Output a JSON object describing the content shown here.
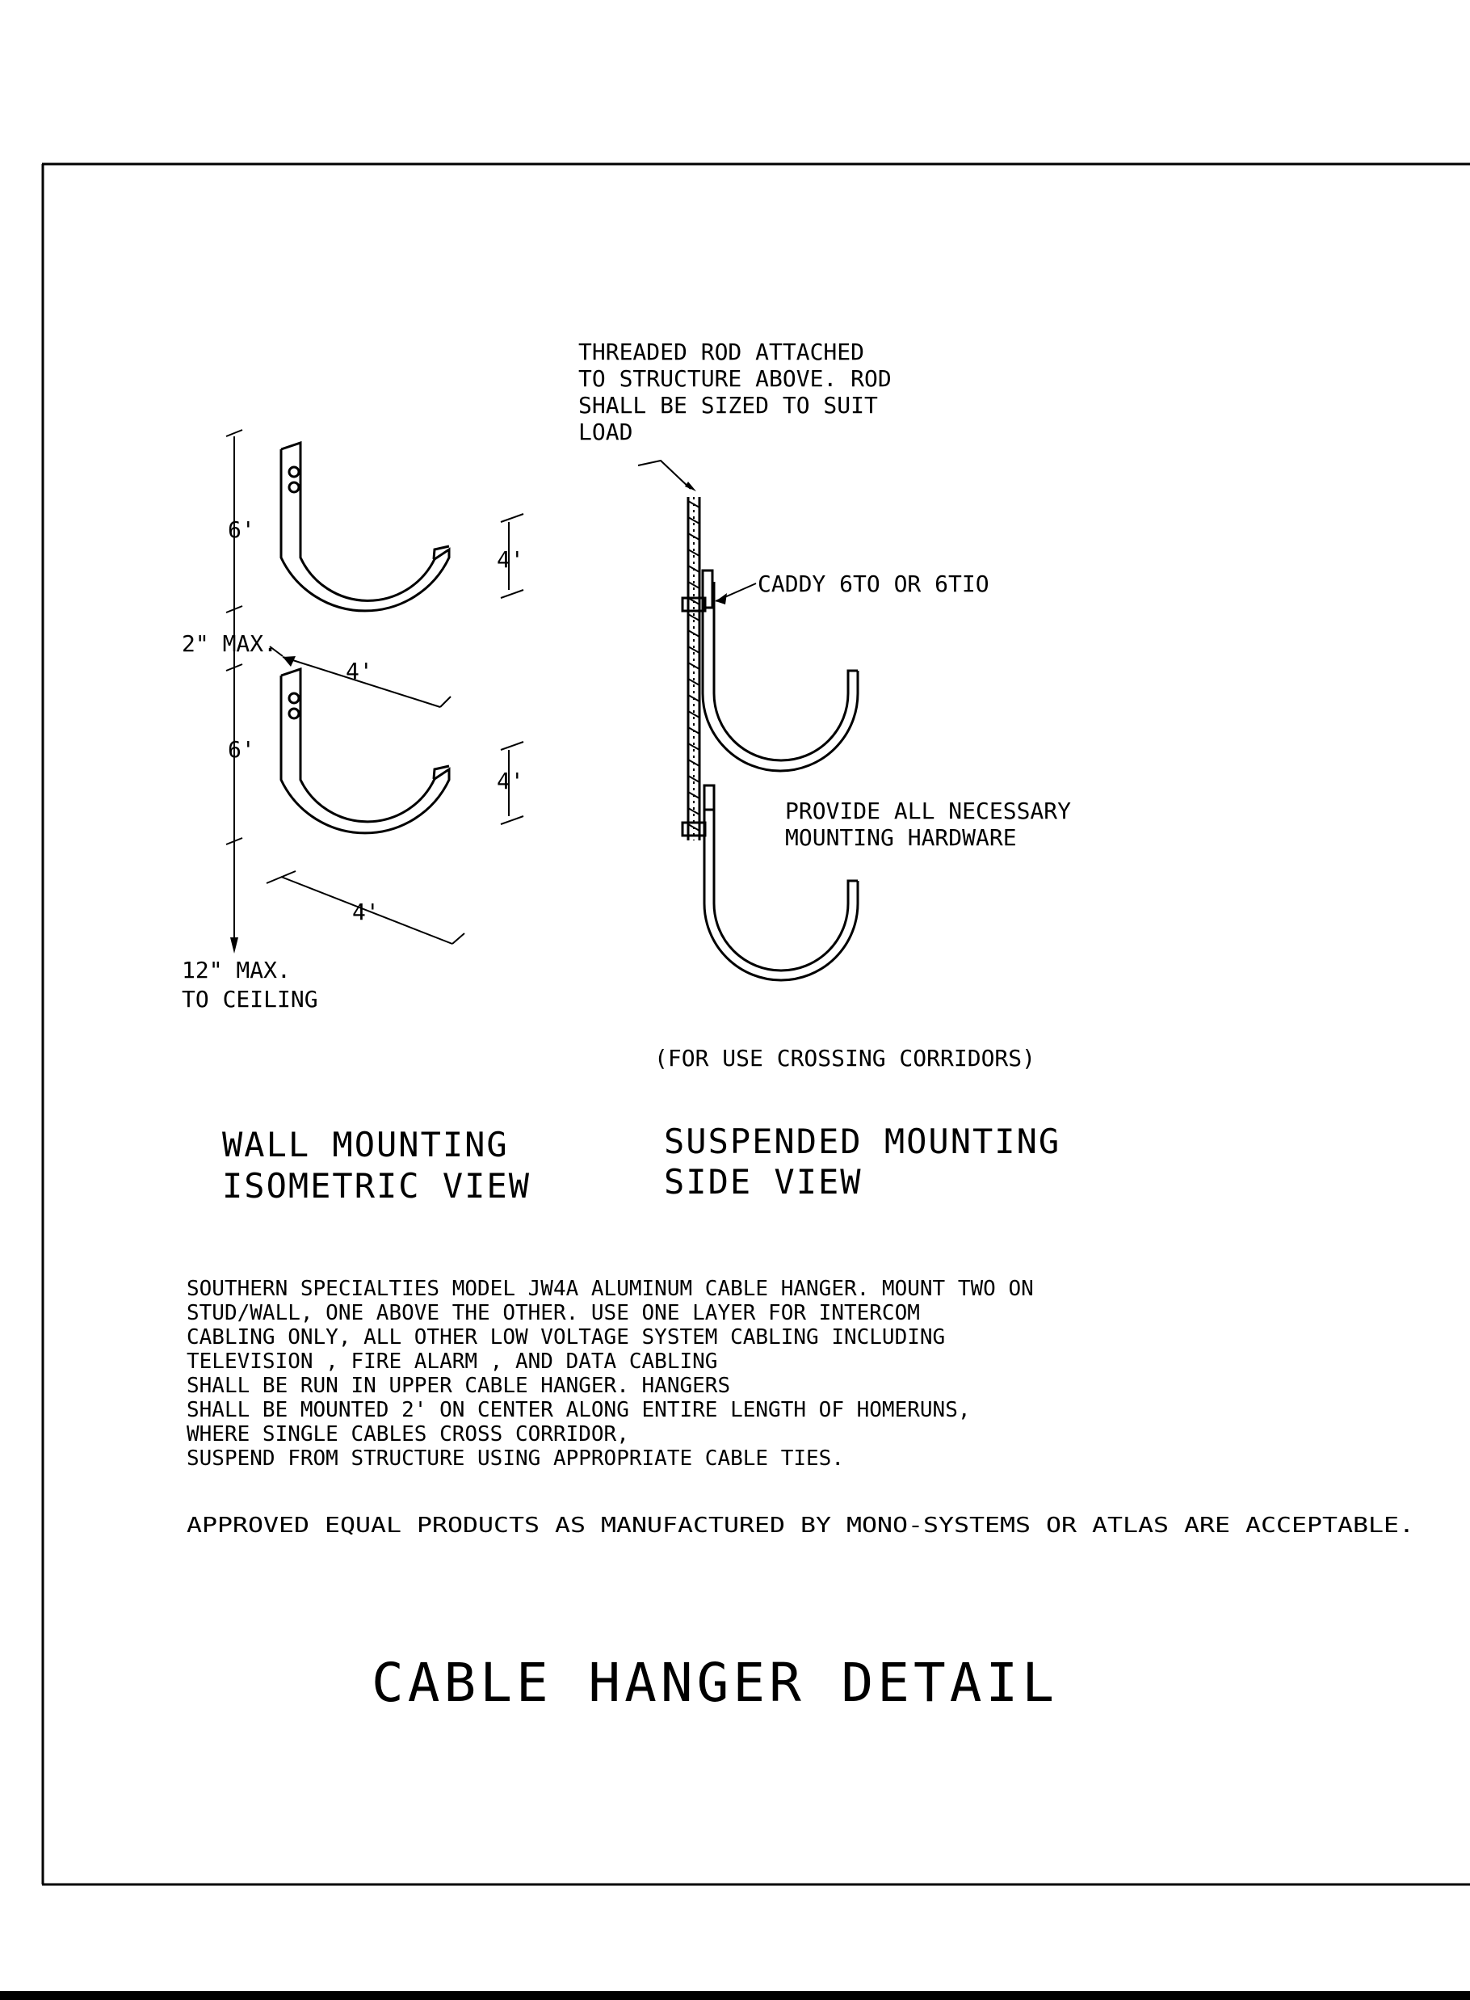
{
  "rod_note": [
    "THREADED ROD ATTACHED",
    "TO STRUCTURE ABOVE. ROD",
    "SHALL BE SIZED TO SUIT",
    "LOAD"
  ],
  "caddy_label": "CADDY 6TO OR 6TIO",
  "hardware_note": [
    "PROVIDE ALL NECESSARY",
    "MOUNTING HARDWARE"
  ],
  "dims": {
    "upper_height": "6'",
    "lower_height": "6'",
    "upper_depth": "4'",
    "lower_depth": "4'",
    "upper_width": "4'",
    "lower_width": "4'",
    "gap": "2\" MAX.",
    "ceiling": [
      "12\" MAX.",
      "TO CEILING"
    ]
  },
  "corridor_note": "(FOR USE CROSSING CORRIDORS)",
  "wall_view": [
    "WALL MOUNTING",
    "ISOMETRIC VIEW"
  ],
  "suspended_view": [
    "SUSPENDED MOUNTING",
    "SIDE VIEW"
  ],
  "spec_notes": [
    "SOUTHERN SPECIALTIES MODEL JW4A ALUMINUM CABLE HANGER. MOUNT TWO ON",
    "STUD/WALL, ONE ABOVE THE OTHER.  USE ONE LAYER FOR INTERCOM",
    "CABLING ONLY, ALL OTHER LOW VOLTAGE SYSTEM CABLING INCLUDING",
    "TELEVISION ,  FIRE ALARM , AND DATA CABLING",
    "SHALL BE RUN IN UPPER CABLE HANGER.  HANGERS",
    "SHALL BE MOUNTED 2' ON CENTER ALONG ENTIRE LENGTH OF HOMERUNS,",
    "WHERE SINGLE CABLES CROSS CORRIDOR,",
    "SUSPEND FROM STRUCTURE USING APPROPRIATE CABLE TIES."
  ],
  "approved_note": "APPROVED EQUAL PRODUCTS AS MANUFACTURED BY MONO-SYSTEMS OR ATLAS ARE ACCEPTABLE.",
  "title": "CABLE HANGER DETAIL"
}
